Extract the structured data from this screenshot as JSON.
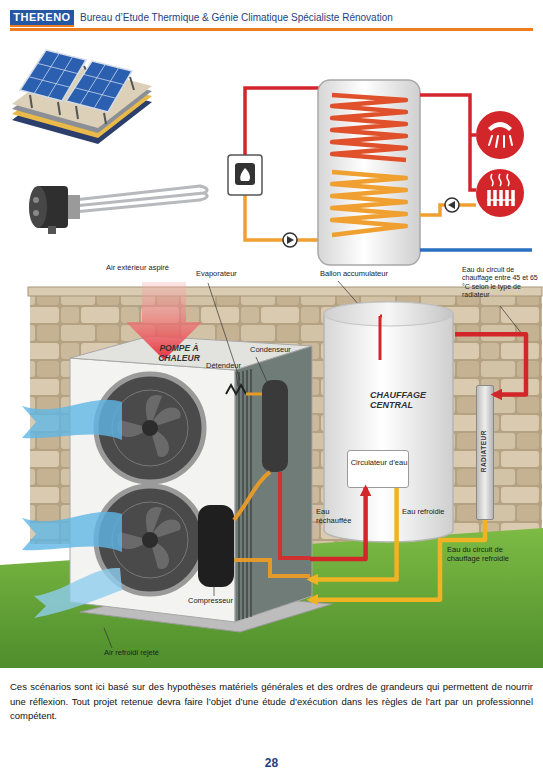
{
  "diagram": {
    "caption": "Ces scénarios sont ici basé sur des hypothèses matériels générales et des ordres de grandeurs qui permettent de nourrir une réflexion. Tout projet retenue devra faire l’objet d’une étude d’exécution dans les règles de l’art par un professionnel compétent.",
    "nodes": [
      {
        "text": [
          "POMPE À CHALEUR"
        ]
      },
      {
        "text": [
          "CHAUFFAGE CENTRAL"
        ]
      },
      {
        "text": [
          "Circulateur d’eau"
        ],
        "in": 1
      },
      {
        "text": [
          "RADIATEUR"
        ]
      }
    ],
    "edges": [
      {
        "from": 0,
        "to": 2,
        "arrow": "to",
        "label": "Eau réchauffée"
      },
      {
        "from": 2,
        "to": 0,
        "arrow": "to",
        "label": "Eau refroidie"
      },
      {
        "from": 1,
        "to": 3,
        "arrow": "to"
      },
      {
        "from": 3,
        "to": 0,
        "arrow": "to",
        "label": "Eau du circuit de chauffage refroidie"
      }
    ],
    "labels": [
      "THERENO",
      "Bureau d’Etude Thermique & Génie Climatique Spécialiste Rénovation",
      "Air extérieur aspiré",
      "Evaporateur",
      "Condenseur",
      "Détendeur",
      "Compresseur",
      "Air refroidi rejeté",
      "Ballon accumulateur",
      "Eau du circuit de chauffage entre 45 et 65 °C selon le type de radiateur",
      "28"
    ]
  }
}
